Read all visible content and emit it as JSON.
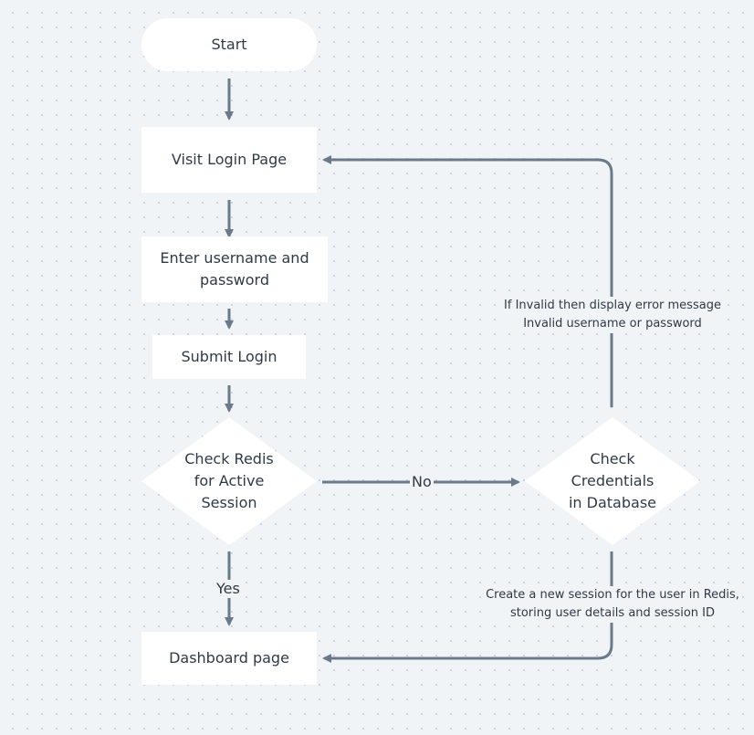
{
  "nodes": {
    "start": "Start",
    "visit_login": "Visit Login Page",
    "enter_credentials": "Enter username and password",
    "submit_login": "Submit Login",
    "check_redis": "Check Redis for Active Session",
    "check_db": "Check Credentials in Database",
    "dashboard": "Dashboard page"
  },
  "edge_labels": {
    "no": "No",
    "yes": "Yes"
  },
  "notes": {
    "invalid_line1": "If Invalid then display error message",
    "invalid_line2": "Invalid username or password",
    "session_line1": "Create a new session for the user in Redis,",
    "session_line2": "storing user details and session ID"
  },
  "colors": {
    "background": "#f1f4f7",
    "node_fill": "#ffffff",
    "connector": "#6b7a8a",
    "text": "#2f3a47"
  }
}
